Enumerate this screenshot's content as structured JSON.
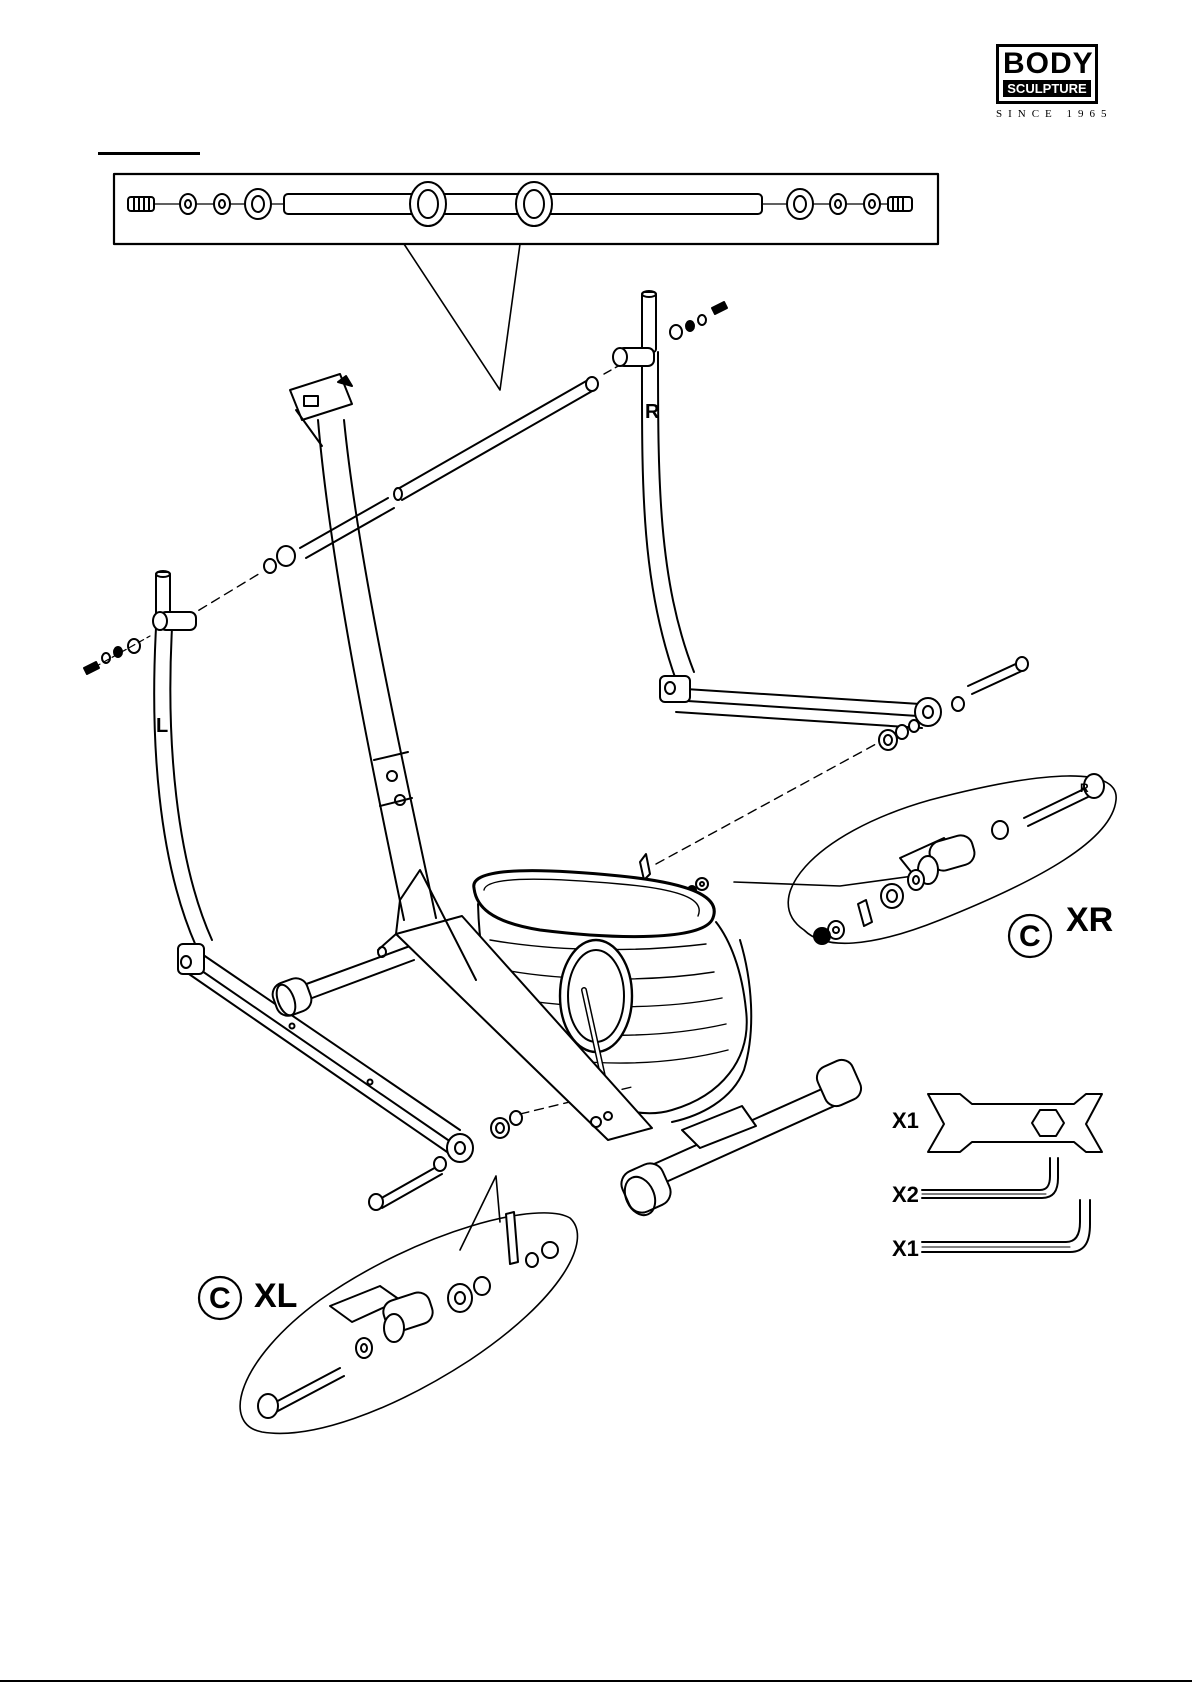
{
  "logo": {
    "top": "BODY",
    "middle": "SCULPTURE",
    "registered": "®",
    "since": "SINCE 1965"
  },
  "labels": {
    "left_frame": "L",
    "right_frame": "R",
    "detail_right_letter": "C",
    "detail_right_code": "XR",
    "detail_left_letter": "C",
    "detail_left_code": "XL",
    "detail_pin_mark": "R"
  },
  "tools": [
    {
      "qty": "X1",
      "name": "combination-wrench"
    },
    {
      "qty": "X2",
      "name": "small-allen-key"
    },
    {
      "qty": "X1",
      "name": "large-allen-key"
    }
  ]
}
